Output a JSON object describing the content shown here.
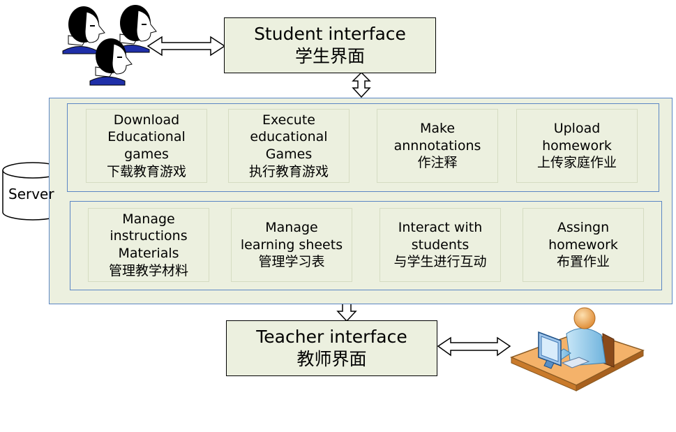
{
  "student_interface": {
    "en": "Student interface",
    "zh": "学生界面"
  },
  "teacher_interface": {
    "en": "Teacher interface",
    "zh": "教师界面"
  },
  "server": {
    "label": "Server"
  },
  "student_tasks": [
    {
      "lines": [
        "Download",
        "Educational",
        "games",
        "下载教育游戏"
      ]
    },
    {
      "lines": [
        "Execute",
        "educational",
        "Games",
        "执行教育游戏"
      ]
    },
    {
      "lines": [
        "Make",
        "annnotations",
        "作注释"
      ]
    },
    {
      "lines": [
        "Upload",
        "homework",
        "上传家庭作业"
      ]
    }
  ],
  "teacher_tasks": [
    {
      "lines": [
        "Manage",
        "instructions",
        "Materials",
        "管理教学材料"
      ]
    },
    {
      "lines": [
        "Manage",
        "learning sheets",
        "管理学习表"
      ]
    },
    {
      "lines": [
        "Interact with",
        "students",
        "与学生进行互动"
      ]
    },
    {
      "lines": [
        "Assingn",
        "homework",
        "布置作业"
      ]
    }
  ],
  "icons": [
    "students-group-icon",
    "teacher-at-computer-icon",
    "database-cylinder-icon"
  ],
  "colors": {
    "box_fill": "#ecf0df",
    "group_border": "#5b86c4",
    "hair": "#000000",
    "shirt": "#1f2fa8"
  }
}
